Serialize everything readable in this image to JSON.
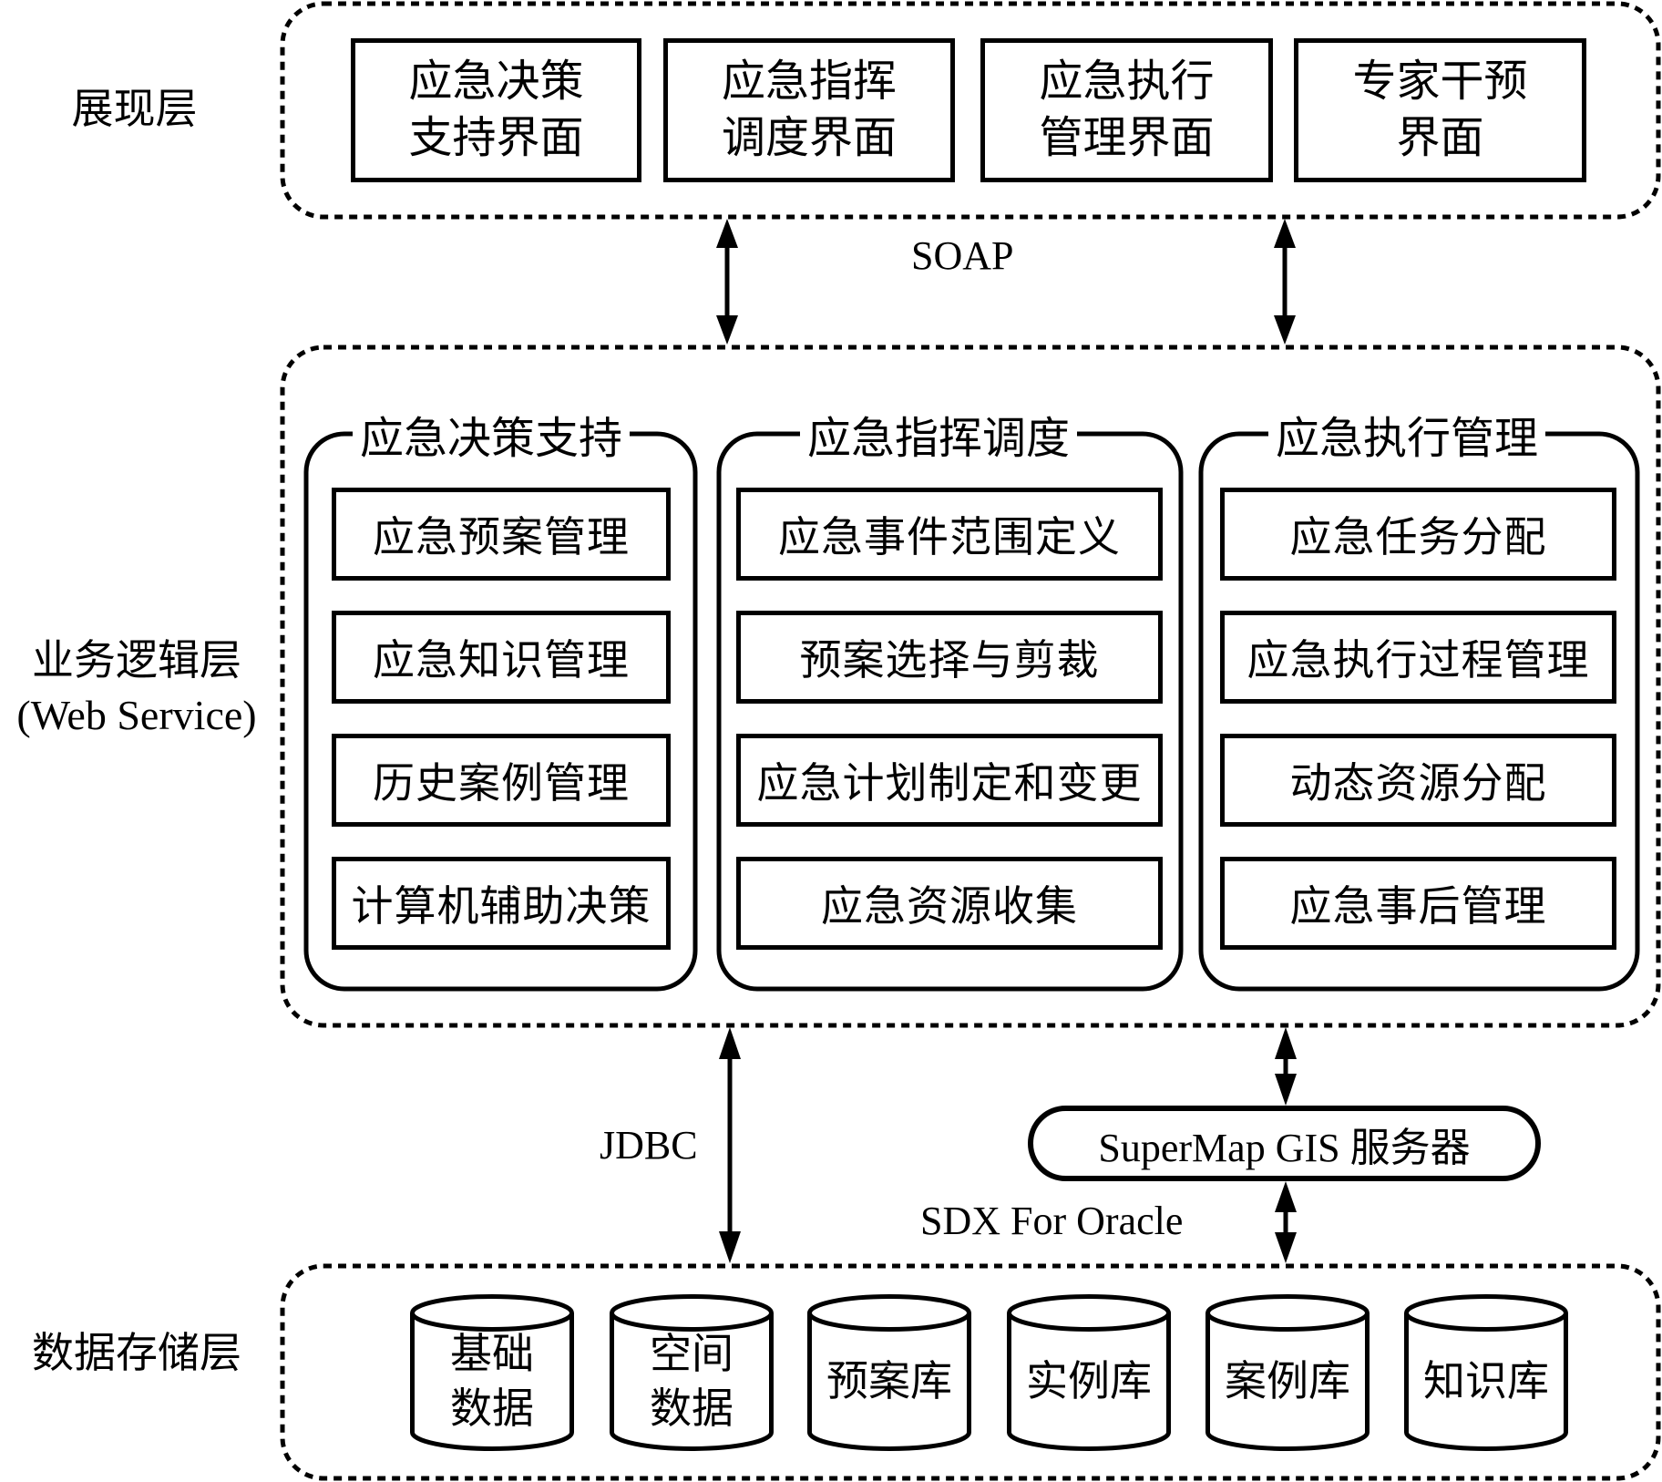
{
  "layers": {
    "presentation": {
      "label": "展现层"
    },
    "business": {
      "label_line1": "业务逻辑层",
      "label_line2": "(Web Service)"
    },
    "storage": {
      "label": "数据存储层"
    }
  },
  "presentation_boxes": [
    {
      "line1": "应急决策",
      "line2": "支持界面"
    },
    {
      "line1": "应急指挥",
      "line2": "调度界面"
    },
    {
      "line1": "应急执行",
      "line2": "管理界面"
    },
    {
      "line1": "专家干预",
      "line2": "界面"
    }
  ],
  "protocols": {
    "soap": "SOAP",
    "jdbc": "JDBC",
    "sdx": "SDX For Oracle"
  },
  "gis_server": {
    "label": "SuperMap GIS 服务器"
  },
  "groups": [
    {
      "title": "应急决策支持",
      "modules": [
        "应急预案管理",
        "应急知识管理",
        "历史案例管理",
        "计算机辅助决策"
      ]
    },
    {
      "title": "应急指挥调度",
      "modules": [
        "应急事件范围定义",
        "预案选择与剪裁",
        "应急计划制定和变更",
        "应急资源收集"
      ]
    },
    {
      "title": "应急执行管理",
      "modules": [
        "应急任务分配",
        "应急执行过程管理",
        "动态资源分配",
        "应急事后管理"
      ]
    }
  ],
  "databases": [
    {
      "line1": "基础",
      "line2": "数据"
    },
    {
      "line1": "空间",
      "line2": "数据"
    },
    {
      "line1": "预案库",
      "line2": ""
    },
    {
      "line1": "实例库",
      "line2": ""
    },
    {
      "line1": "案例库",
      "line2": ""
    },
    {
      "line1": "知识库",
      "line2": ""
    }
  ]
}
